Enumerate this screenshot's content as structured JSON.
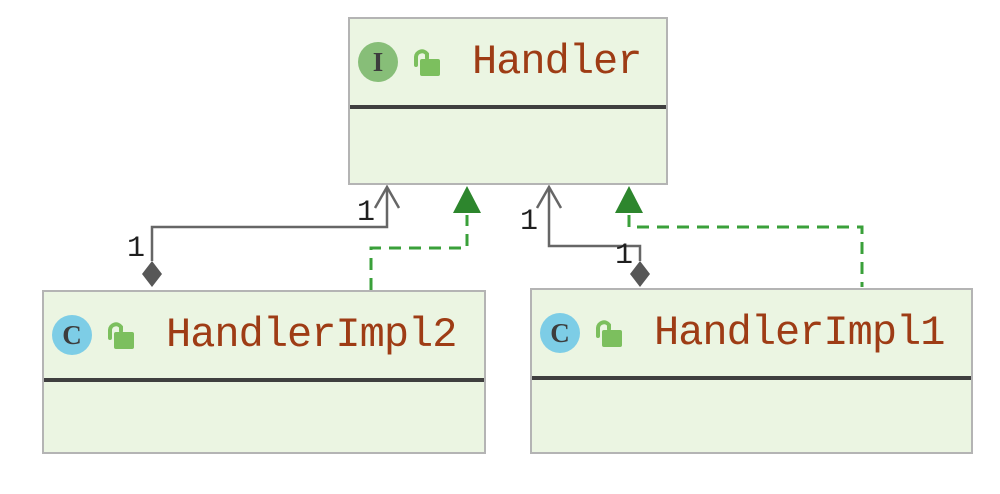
{
  "diagram": {
    "type": "uml-class-diagram",
    "nodes": [
      {
        "id": "handler",
        "name": "Handler",
        "kind": "interface",
        "badge_letter": "I",
        "visibility_icon": "open-lock"
      },
      {
        "id": "handler-impl-2",
        "name": "HandlerImpl2",
        "kind": "class",
        "badge_letter": "C",
        "visibility_icon": "open-lock"
      },
      {
        "id": "handler-impl-1",
        "name": "HandlerImpl1",
        "kind": "class",
        "badge_letter": "C",
        "visibility_icon": "open-lock"
      }
    ],
    "edges": [
      {
        "from": "HandlerImpl2",
        "to": "Handler",
        "type": "aggregation",
        "style": "solid-gray, open arrowhead at target, filled diamond at source",
        "target_multiplicity": "1",
        "source_multiplicity": "1"
      },
      {
        "from": "HandlerImpl2",
        "to": "Handler",
        "type": "realization",
        "style": "dashed-green, filled triangle at target"
      },
      {
        "from": "HandlerImpl1",
        "to": "Handler",
        "type": "aggregation",
        "style": "solid-gray, open arrowhead at target, filled diamond at source",
        "target_multiplicity": "1",
        "source_multiplicity": "1"
      },
      {
        "from": "HandlerImpl1",
        "to": "Handler",
        "type": "realization",
        "style": "dashed-green, filled triangle at target"
      }
    ],
    "colors": {
      "background": "#ffffff",
      "node_fill": "#ebf5e2",
      "node_border": "#b4b4b4",
      "separator": "#3f3f3f",
      "name_text": "#9e3c15",
      "interface_badge": "#87be78",
      "class_badge": "#7dcde6",
      "badge_letter": "#3d3d3d",
      "lock_green": "#7cbf5e",
      "association_gray": "#666666",
      "diamond_gray": "#575757",
      "realization_green": "#2d862d",
      "realization_dash": "#3aa03a",
      "multiplicity_text": "#1f1f1f"
    }
  }
}
